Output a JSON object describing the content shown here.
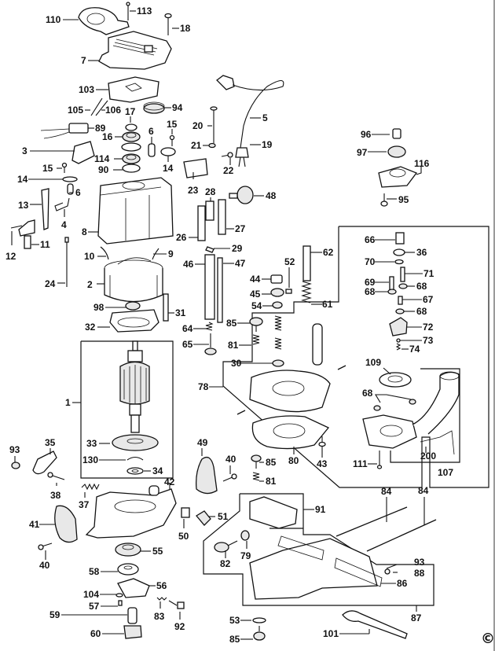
{
  "diagram": {
    "type": "exploded-parts-view",
    "copyright_symbol": "©",
    "labels": {
      "p110": "110",
      "p113": "113",
      "p18": "18",
      "p7": "7",
      "p103": "103",
      "p94": "94",
      "p105": "105",
      "p106": "106",
      "p17": "17",
      "p89": "89",
      "p16": "16",
      "p6a": "6",
      "p15a": "15",
      "p14a": "14",
      "p3": "3",
      "p114": "114",
      "p90": "90",
      "p15b": "15",
      "p14b": "14",
      "p6b": "6",
      "p13": "13",
      "p4": "4",
      "p12": "12",
      "p11": "11",
      "p8": "8",
      "p10": "10",
      "p9": "9",
      "p24": "24",
      "p2": "2",
      "p98": "98",
      "p31": "31",
      "p32": "32",
      "p20": "20",
      "p21": "21",
      "p22": "22",
      "p5": "5",
      "p19": "19",
      "p23": "23",
      "p28": "28",
      "p48": "48",
      "p26": "26",
      "p27": "27",
      "p29": "29",
      "p46": "46",
      "p47": "47",
      "p64": "64",
      "p65": "65",
      "p85a": "85",
      "p81a": "81",
      "p30": "30",
      "p78": "78",
      "p44": "44",
      "p45": "45",
      "p54": "54",
      "p52": "52",
      "p62": "62",
      "p61": "61",
      "p96": "96",
      "p97": "97",
      "p116": "116",
      "p95": "95",
      "p66": "66",
      "p36": "36",
      "p70": "70",
      "p71": "71",
      "p69": "69",
      "p68a": "68",
      "p68b": "68",
      "p67": "67",
      "p68c": "68",
      "p72": "72",
      "p73": "73",
      "p74": "74",
      "p109": "109",
      "p68d": "68",
      "p80": "80",
      "p43": "43",
      "p111": "111",
      "p200": "200",
      "p107": "107",
      "p1": "1",
      "p33": "33",
      "p130": "130",
      "p34": "34",
      "p93a": "93",
      "p35": "35",
      "p38": "38",
      "p49": "49",
      "p40a": "40",
      "p85b": "85",
      "p81b": "81",
      "p37": "37",
      "p42": "42",
      "p41": "41",
      "p40b": "40",
      "p51": "51",
      "p50": "50",
      "p55": "55",
      "p58": "58",
      "p56": "56",
      "p104": "104",
      "p57": "57",
      "p83": "83",
      "p92": "92",
      "p59": "59",
      "p60": "60",
      "p91": "91",
      "p84a": "84",
      "p84b": "84",
      "p82": "82",
      "p79": "79",
      "p93b": "93",
      "p88": "88",
      "p86": "86",
      "p87": "87",
      "p53": "53",
      "p85c": "85",
      "p101": "101"
    }
  }
}
